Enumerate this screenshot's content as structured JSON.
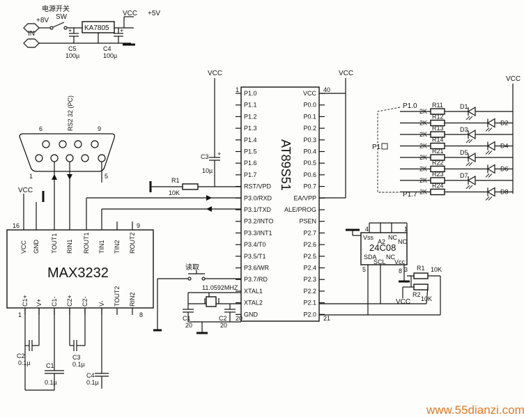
{
  "power": {
    "switch_cn": "电源开关",
    "switch": "SW",
    "v_in": "+8V",
    "in_label": "IN",
    "regulator": "KA7805",
    "vcc": "VCC",
    "v_out": "+5V",
    "c5": "C5",
    "c5_val": "100µ",
    "c4": "C4",
    "c4_val": "100µ",
    "plus": "+"
  },
  "rs232": {
    "label": "RS2 32 (PC)",
    "pin6": "6",
    "pin9": "9",
    "pin1": "1",
    "pin5": "5"
  },
  "mcu": {
    "name": "AT89S51",
    "vcc": "VCC",
    "left_pins": [
      "P1.0",
      "P1.1",
      "P1.2",
      "P1.3",
      "P1.4",
      "P1.5",
      "P1.6",
      "P1.7",
      "RST/VPD",
      "P3.0/RXD",
      "P3.1/TXD",
      "P3.2/INTO",
      "P3.3/INT1",
      "P3.4/T0",
      "P3.5/T1",
      "P3.6/WR",
      "P3.7/RD",
      "XTAL1",
      "XTAL2",
      "GND"
    ],
    "right_pins": [
      "VCC",
      "P0.0",
      "P0.1",
      "P0.2",
      "P0.3",
      "P0.4",
      "P0.5",
      "P0.6",
      "P0.7",
      "EA/VPP",
      "ALE/PROG",
      "PSEN",
      "P2.7",
      "P2.6",
      "P2.5",
      "P2.4",
      "P2.3",
      "P2.2",
      "P2.1",
      "P2.0"
    ],
    "pin1": "1",
    "pin40": "40",
    "pin20": "20",
    "pin21": "21"
  },
  "reset": {
    "vcc": "VCC",
    "c3": "C3",
    "c3_val": "10µ",
    "r1": "R1",
    "r1_val": "10K"
  },
  "crystal": {
    "freq": "11.0592MHZ",
    "c1": "C1",
    "c1_val": "20",
    "c2": "C2",
    "c2_val": "20"
  },
  "read_button": {
    "label": "读取"
  },
  "max3232": {
    "name": "MAX3232",
    "vcc": "VCC",
    "top_pins": [
      "VCC",
      "GND",
      "TOUT1",
      "RIN1",
      "ROUT1",
      "TIN1",
      "TIN2",
      "ROUT2"
    ],
    "bottom_pins": [
      "C1+",
      "V+",
      "C1-",
      "C2+",
      "C2-",
      "V-",
      "TOUT2",
      "RIN2"
    ],
    "pin16": "16",
    "pin9": "9",
    "pin1": "1",
    "pin8": "8",
    "c1": "C1",
    "c1_val": "0.1µ",
    "c2": "C2",
    "c2_val": "0.1µ",
    "c3": "C3",
    "c3_val": "0.1µ",
    "c4": "C4",
    "c4_val": "0.1µ"
  },
  "leds": {
    "vcc": "VCC",
    "p10": "P1.0",
    "p17": "P1.7",
    "p1": "P1",
    "resistors": [
      {
        "name": "R11",
        "val": "2K",
        "led": "D1"
      },
      {
        "name": "R12",
        "val": "2K",
        "led": "D2"
      },
      {
        "name": "R13",
        "val": "2K",
        "led": "D3"
      },
      {
        "name": "R14",
        "val": "2K",
        "led": "D4"
      },
      {
        "name": "R21",
        "val": "2K",
        "led": "D5"
      },
      {
        "name": "R22",
        "val": "2K",
        "led": "D6"
      },
      {
        "name": "R23",
        "val": "2K",
        "led": "D7"
      },
      {
        "name": "R24",
        "val": "2K",
        "led": "D8"
      }
    ]
  },
  "eeprom": {
    "name": "24C08",
    "vss": "Vss",
    "a2": "A2",
    "nc1": "NC",
    "nc2": "NC",
    "nc3": "NC",
    "sda": "SDA",
    "scl": "SCL",
    "vcc_pin": "Vcc",
    "pin4": "4",
    "pin1": "1",
    "pin5": "5",
    "pin8": "8",
    "pin3": "3",
    "r1": "R1",
    "r1_val": "10K",
    "r2": "R2",
    "r2_val": "10K",
    "vcc": "VCC"
  },
  "watermark": "www.55dianzi.com"
}
